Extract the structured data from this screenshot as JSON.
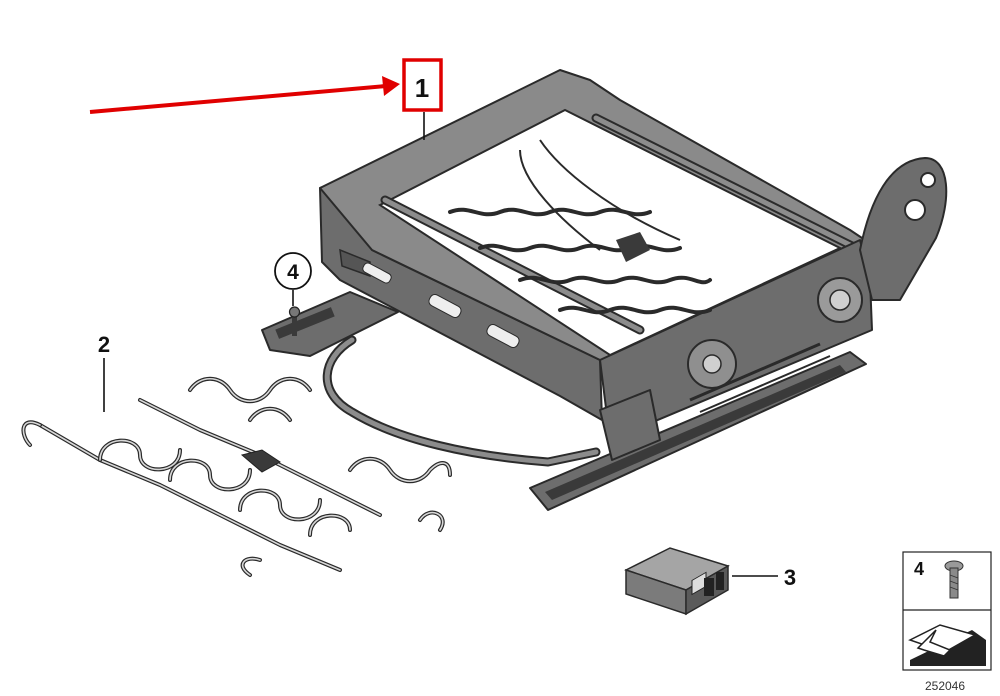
{
  "diagram": {
    "callouts": {
      "c1": "1",
      "c2": "2",
      "c3": "3",
      "c4": "4",
      "legend_number": "4"
    },
    "image_number": "252046",
    "highlight_color": "#e00000",
    "arrow_color": "#e00000"
  }
}
